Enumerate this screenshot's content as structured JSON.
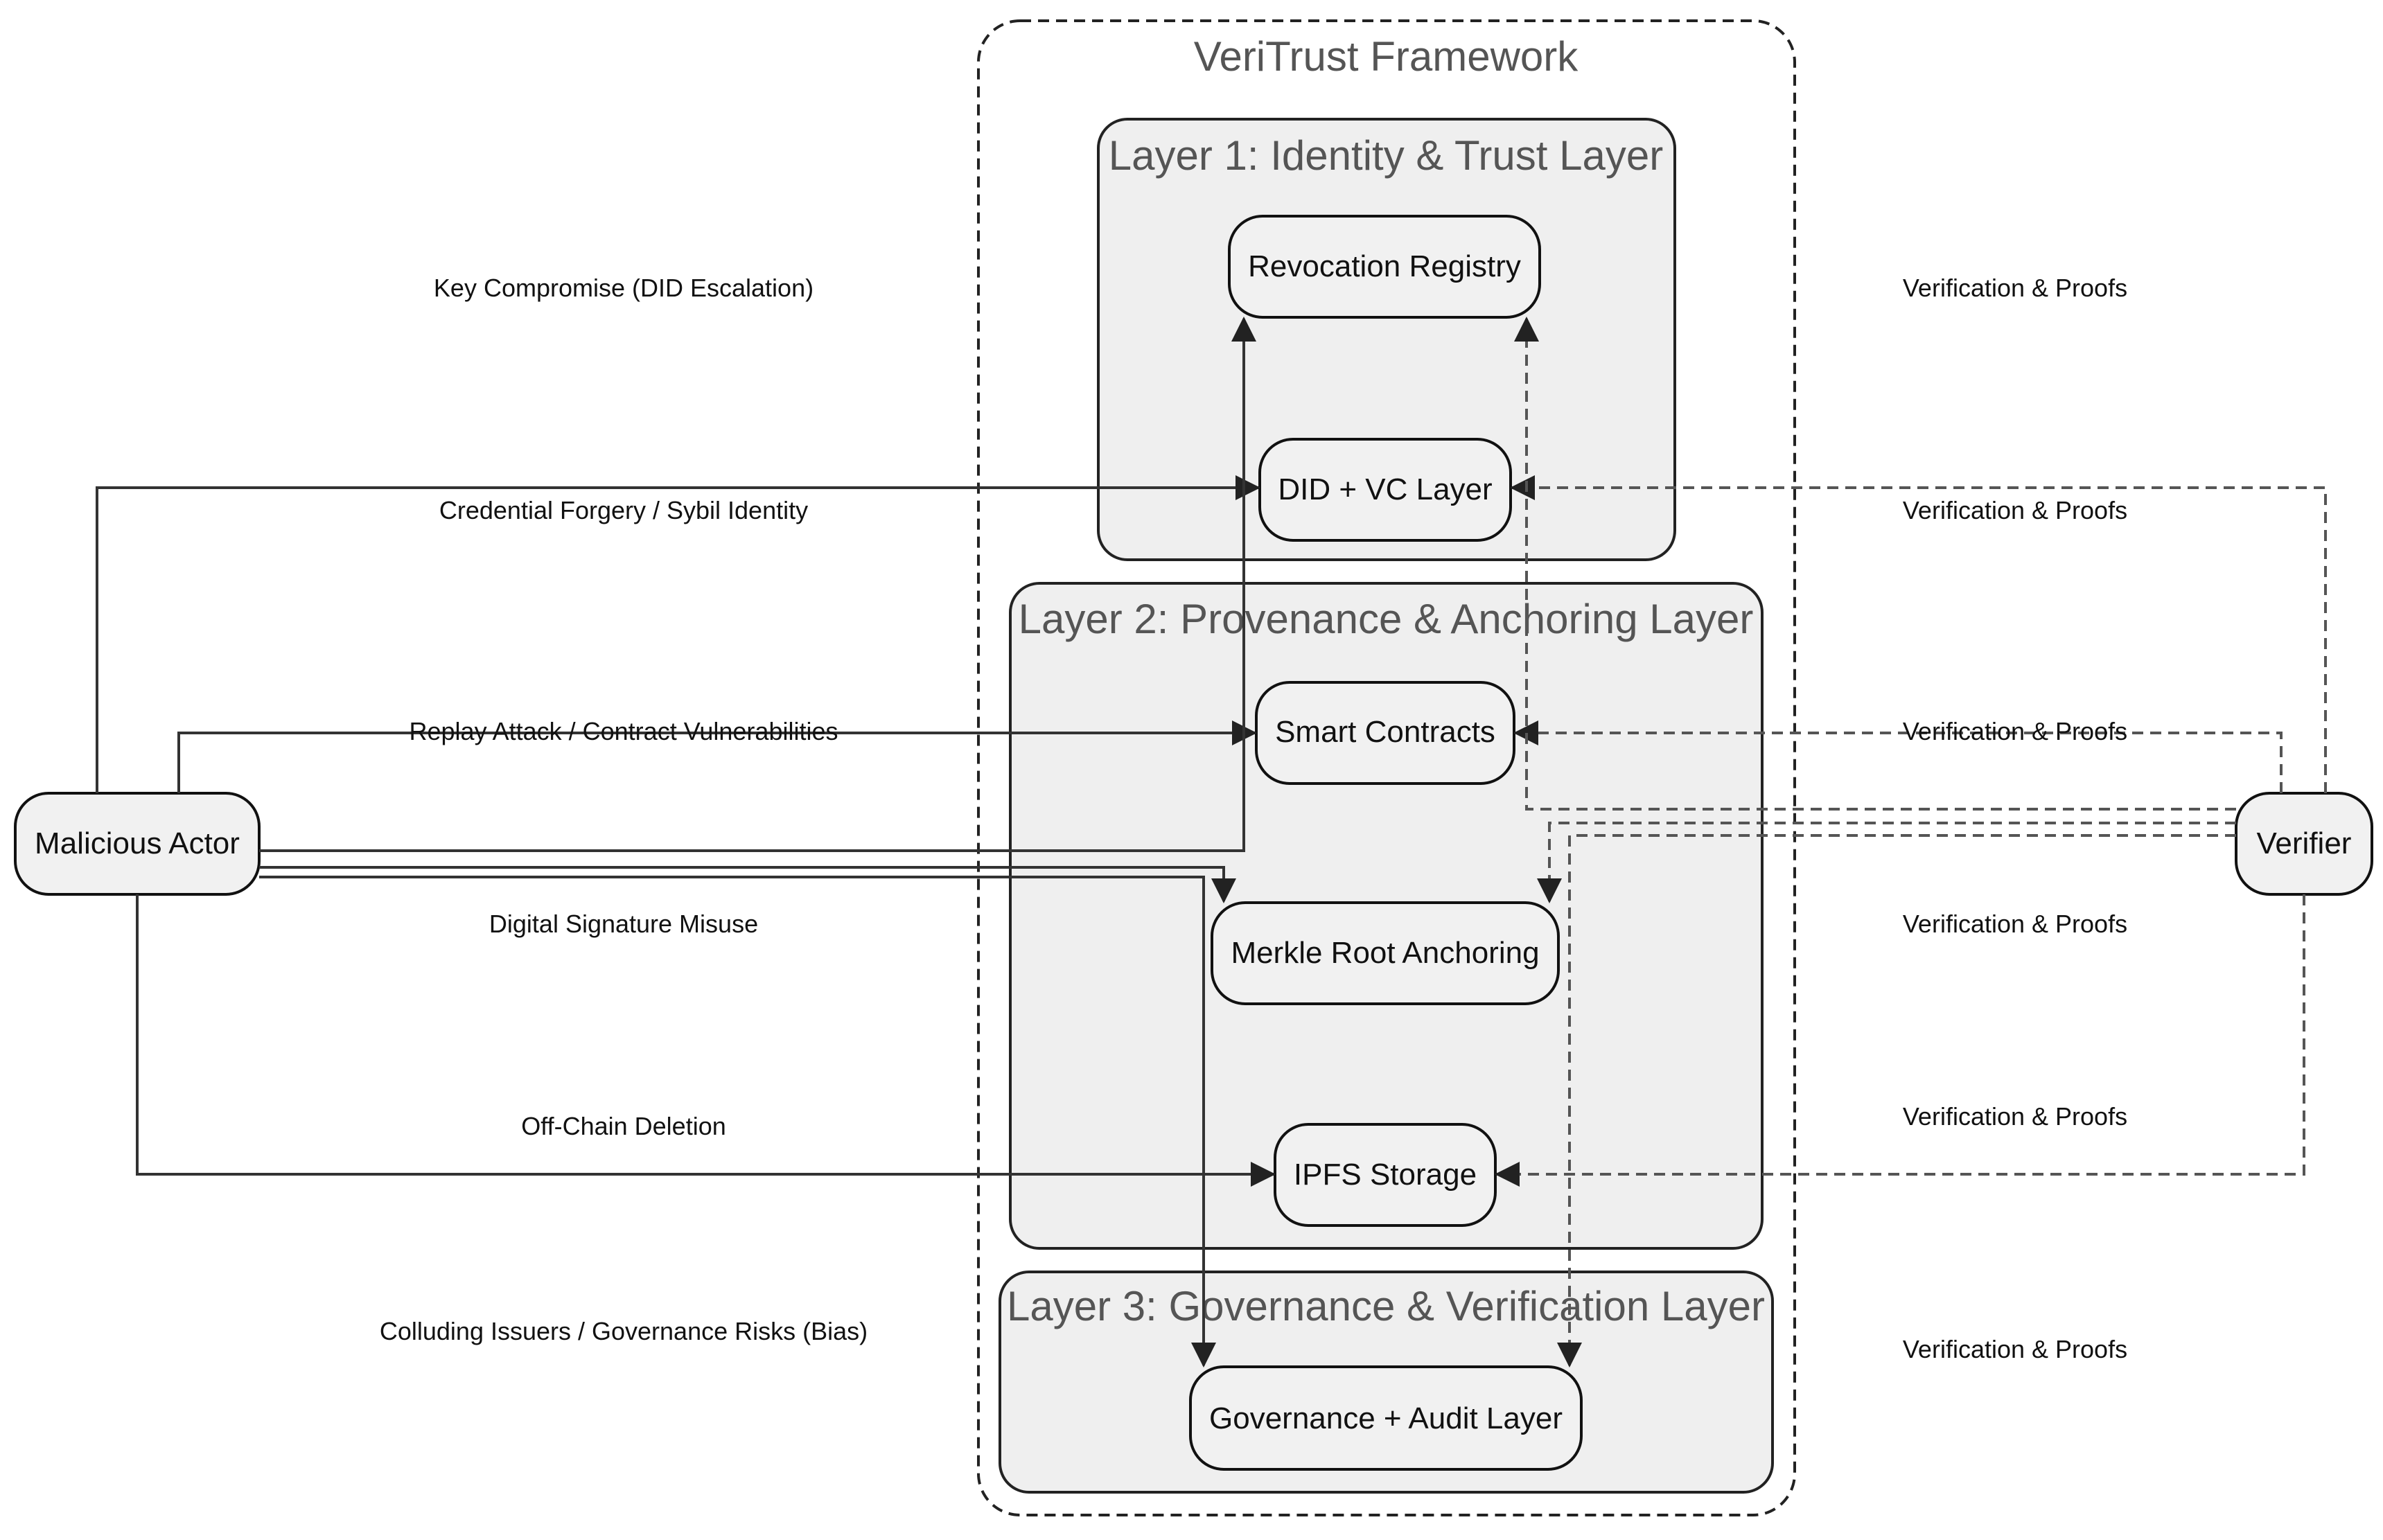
{
  "framework": {
    "title": "VeriTrust Framework"
  },
  "layers": {
    "layer1": {
      "title": "Layer 1: Identity & Trust Layer"
    },
    "layer2": {
      "title": "Layer 2: Provenance & Anchoring Layer"
    },
    "layer3": {
      "title": "Layer 3: Governance & Verification Layer"
    }
  },
  "nodes": {
    "revocation_registry": "Revocation Registry",
    "did_vc": "DID + VC Layer",
    "smart_contracts": "Smart Contracts",
    "merkle_root": "Merkle Root Anchoring",
    "ipfs_storage": "IPFS Storage",
    "governance_audit": "Governance + Audit Layer",
    "malicious_actor": "Malicious Actor",
    "verifier": "Verifier"
  },
  "attack_labels": {
    "key_compromise": "Key Compromise (DID Escalation)",
    "credential_forgery": "Credential Forgery / Sybil Identity",
    "replay_attack": "Replay Attack / Contract Vulnerabilities",
    "signature_misuse": "Digital Signature Misuse",
    "off_chain_deletion": "Off-Chain Deletion",
    "colluding_issuers": "Colluding Issuers / Governance Risks (Bias)"
  },
  "verification_labels": {
    "v1": "Verification & Proofs",
    "v2": "Verification & Proofs",
    "v3": "Verification & Proofs",
    "v4": "Verification & Proofs",
    "v5": "Verification & Proofs",
    "v6": "Verification & Proofs"
  },
  "colors": {
    "node_fill": "#f1f1f1",
    "layer_fill": "#efefef",
    "stroke": "#222222"
  }
}
